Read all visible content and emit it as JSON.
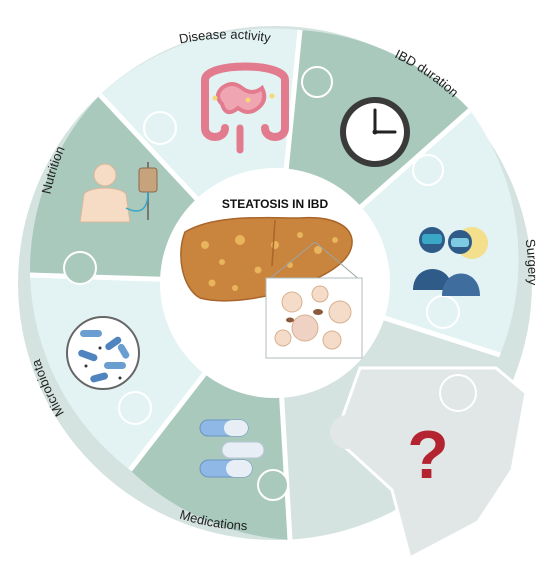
{
  "center": {
    "title": "STEATOSIS IN IBD"
  },
  "segments": [
    {
      "id": "disease-activity",
      "label": "Disease activity",
      "icon": "intestine-icon"
    },
    {
      "id": "ibd-duration",
      "label": "IBD duration",
      "icon": "clock-icon"
    },
    {
      "id": "surgery",
      "label": "Surgery",
      "icon": "surgeons-icon"
    },
    {
      "id": "unknown",
      "label": "?",
      "icon": "question-mark-icon"
    },
    {
      "id": "medications",
      "label": "Medications",
      "icon": "pills-icon"
    },
    {
      "id": "microbiota",
      "label": "Microbiota",
      "icon": "bacteria-icon"
    },
    {
      "id": "nutrition",
      "label": "Nutrition",
      "icon": "iv-drip-patient-icon"
    }
  ],
  "colors": {
    "ring_band": "#d4e3df",
    "inner_light": "#e3f3f3",
    "inner_dark": "#a9c9bd",
    "question_piece": "#e0e7e6",
    "question_mark": "#b32430",
    "liver": "#c9843e"
  }
}
